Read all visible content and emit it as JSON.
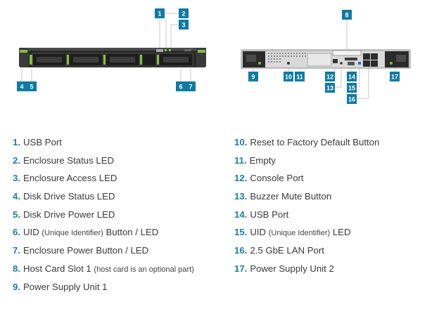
{
  "front_callouts": [
    "1",
    "2",
    "3",
    "4",
    "5",
    "6",
    "7"
  ],
  "rear_callouts": [
    "8",
    "9",
    "10",
    "11",
    "12",
    "13",
    "14",
    "15",
    "16",
    "17"
  ],
  "colors": {
    "accent": "#0f7aa3",
    "number": "#1a7fa6",
    "led_green": "#7ec33a",
    "chassis": "#2b2b2b"
  },
  "legend_left": [
    {
      "num": "1.",
      "label": "USB Port",
      "note": ""
    },
    {
      "num": "2.",
      "label": "Enclosure Status LED",
      "note": ""
    },
    {
      "num": "3.",
      "label": "Enclosure Access LED",
      "note": ""
    },
    {
      "num": "4.",
      "label": "Disk Drive Status LED",
      "note": ""
    },
    {
      "num": "5.",
      "label": "Disk Drive Power LED",
      "note": ""
    },
    {
      "num": "6.",
      "label": "UID",
      "note": "(Unique Identifier)",
      "suffix": "Button / LED"
    },
    {
      "num": "7.",
      "label": "Enclosure Power Button / LED",
      "note": ""
    },
    {
      "num": "8.",
      "label": "Host Card Slot 1",
      "note": "(host card is an optional part)"
    },
    {
      "num": "9.",
      "label": "Power Supply Unit 1",
      "note": ""
    }
  ],
  "legend_right": [
    {
      "num": "10.",
      "label": "Reset to Factory Default Button",
      "note": ""
    },
    {
      "num": "11.",
      "label": "Empty",
      "note": ""
    },
    {
      "num": "12.",
      "label": "Console Port",
      "note": ""
    },
    {
      "num": "13.",
      "label": "Buzzer Mute Button",
      "note": ""
    },
    {
      "num": "14.",
      "label": "USB Port",
      "note": ""
    },
    {
      "num": "15.",
      "label": "UID",
      "note": "(Unique Identifier)",
      "suffix": "LED"
    },
    {
      "num": "16.",
      "label": "2.5 GbE LAN Port",
      "note": ""
    },
    {
      "num": "17.",
      "label": "Power Supply Unit 2",
      "note": ""
    }
  ]
}
